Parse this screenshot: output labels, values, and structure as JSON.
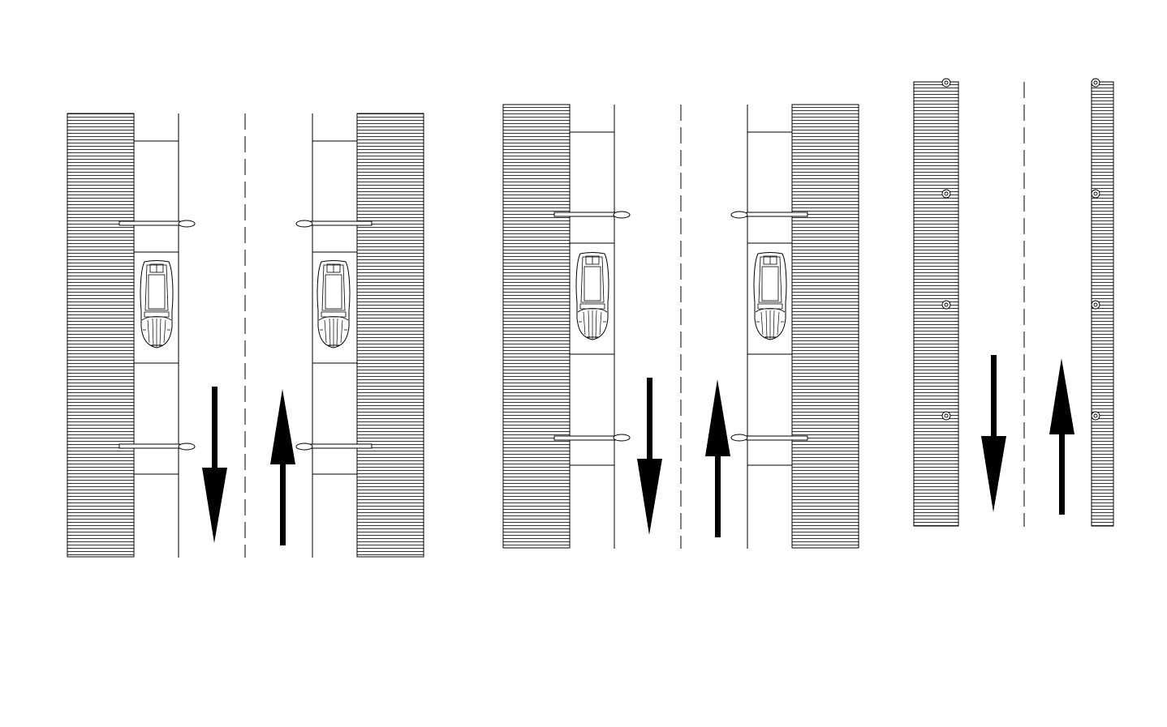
{
  "colors": {
    "background": "#ffffff",
    "ink": "#000000"
  },
  "drawing": {
    "panels": [
      {
        "name": "road-plan-a",
        "components": [
          "hatched-sidewalk",
          "parking-lane",
          "lamp-post",
          "parked-car",
          "lamp-post",
          "travel-lane",
          "dashed-centerline",
          "travel-lane",
          "parking-lane",
          "lamp-post",
          "parked-car",
          "lamp-post",
          "hatched-sidewalk"
        ],
        "arrows": [
          "down",
          "up"
        ]
      },
      {
        "name": "road-plan-b",
        "components": [
          "hatched-sidewalk",
          "parking-lane",
          "lamp-post",
          "parked-car",
          "lamp-post",
          "travel-lane",
          "dashed-centerline",
          "travel-lane",
          "parking-lane",
          "lamp-post",
          "parked-car",
          "lamp-post",
          "hatched-sidewalk"
        ],
        "arrows": [
          "down",
          "up"
        ]
      },
      {
        "name": "road-plan-c",
        "components": [
          "hatched-sidewalk",
          "tree-marker",
          "travel-lane",
          "dashed-centerline",
          "travel-lane",
          "hatched-sidewalk",
          "tree-marker"
        ],
        "arrows": [
          "down",
          "up"
        ]
      }
    ]
  }
}
